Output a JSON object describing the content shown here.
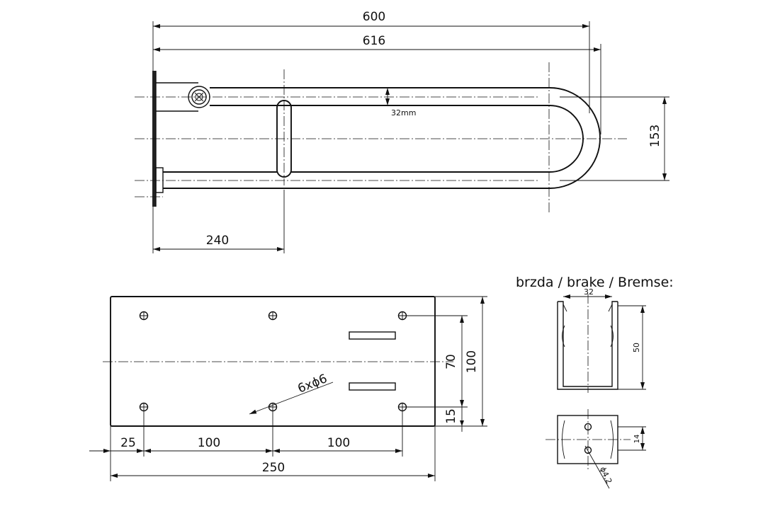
{
  "labels": {
    "d600": "600",
    "d616": "616",
    "d32mm": "32mm",
    "d153": "153",
    "d240": "240",
    "brake_title": "brzda / brake / Bremse:",
    "b32": "32",
    "b50": "50",
    "b14": "14",
    "bphi": "ϕ4,2",
    "p70": "70",
    "p100v": "100",
    "p15": "15",
    "holes": "6xϕ6",
    "p25": "25",
    "p100a": "100",
    "p100b": "100",
    "p250": "250"
  }
}
